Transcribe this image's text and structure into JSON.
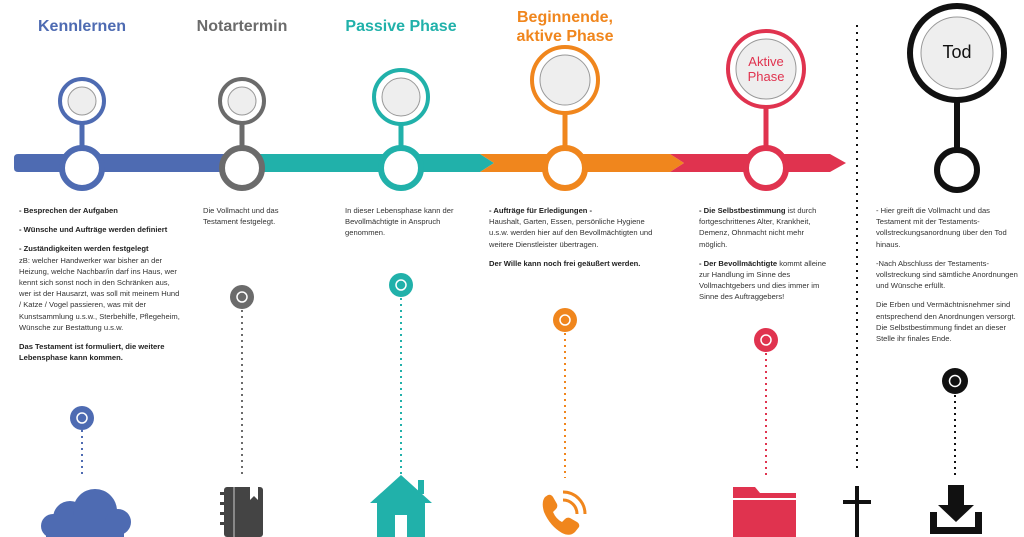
{
  "colors": {
    "blue": "#4e6bb2",
    "gray": "#6b6b6b",
    "teal": "#21b1aa",
    "orange": "#f0861d",
    "red": "#e0334f",
    "black": "#111111"
  },
  "phases": [
    {
      "title": "Kennlernen",
      "color": "blue",
      "icon": "cloud-icon",
      "texts": [
        {
          "bold": "- Besprechen der Aufgaben",
          "rest": ""
        },
        {
          "bold": "- Wünsche und Aufträge werden definiert",
          "rest": ""
        },
        {
          "bold": "- Zuständigkeiten werden festgelegt",
          "rest": "zB: welcher Handwerker war bisher an der Heizung, welche Nachbar/in darf ins Haus, wer kennt sich sonst noch in den Schränken aus, wer ist der Hausarzt, was soll mit meinem Hund / Katze / Vogel passieren, was mit der Kunstsammlung u.s.w., Sterbehilfe, Pflegeheim, Wünsche zur Bestattung u.s.w."
        },
        {
          "bold": "Das Testament ist formuliert, die weitere Lebensphase kann kommen.",
          "rest": ""
        }
      ]
    },
    {
      "title": "Notartermin",
      "color": "gray",
      "icon": "notebook-icon",
      "texts": [
        {
          "bold": "",
          "rest": "Die Vollmacht und das Testament festgelegt."
        }
      ]
    },
    {
      "title": "Passive Phase",
      "color": "teal",
      "icon": "home-icon",
      "texts": [
        {
          "bold": "",
          "rest": "In dieser Lebensphase kann der Bevollmächtigte in Anspruch genommen."
        }
      ]
    },
    {
      "title": "Beginnende, aktive Phase",
      "color": "orange",
      "icon": "phone-icon",
      "texts": [
        {
          "bold": "- Aufträge für Erledigungen -",
          "rest": "Haushalt, Garten, Essen, persönliche Hygiene u.s.w. werden hier auf den Bevollmächtigten und weitere Dienstleister übertragen."
        },
        {
          "bold": "Der Wille kann noch frei geäußert werden.",
          "rest": ""
        }
      ]
    },
    {
      "title": "Aktive Phase",
      "color": "red",
      "icon": "folder-icon",
      "texts": [
        {
          "bold": "- Die Selbstbestimmung",
          "rest": "ist durch fortgeschrittenes Alter, Krankheit, Demenz, Ohnmacht nicht mehr möglich."
        },
        {
          "bold": "- Der Bevollmächtigte",
          "rest": "kommt alleine zur Handlung im Sinne des Vollmachtgebers und dies immer im Sinne des Auftraggebers!"
        }
      ]
    },
    {
      "title": "Tod",
      "color": "black",
      "icon": "download-icon",
      "texts": [
        {
          "bold": "",
          "rest": "- Hier greift die Vollmacht und das Testament mit der Testaments-vollstreckungsanordnung über den Tod hinaus."
        },
        {
          "bold": "",
          "rest": "-Nach Abschluss der Testaments-vollstreckung sind sämtliche Anordnungen und Wünsche erfüllt."
        },
        {
          "bold": "",
          "rest": "Die Erben und Vermächtnisnehmer sind entsprechend den Anordnungen versorgt. Die Selbstbestimmung findet an dieser Stelle ihr finales Ende."
        }
      ]
    }
  ],
  "divider": {
    "icon": "cross-icon"
  }
}
